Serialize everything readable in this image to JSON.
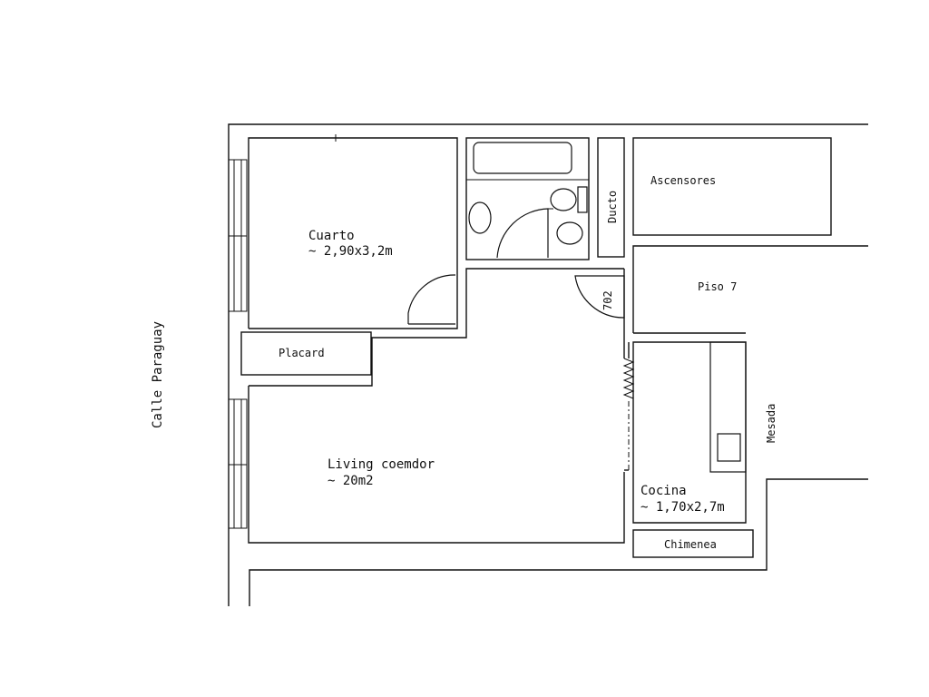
{
  "labels": {
    "street": "Calle Paraguay",
    "bedroom_name": "Cuarto",
    "bedroom_size": "~ 2,90x3,2m",
    "closet": "Placard",
    "living_name": "Living coemdor",
    "living_size": "~ 20m2",
    "duct": "Ducto",
    "elevators": "Ascensores",
    "floor": "Piso 7",
    "unit": "702",
    "counter": "Mesada",
    "kitchen_name": "Cocina",
    "kitchen_size": "~ 1,70x2,7m",
    "fireplace": "Chimenea"
  }
}
